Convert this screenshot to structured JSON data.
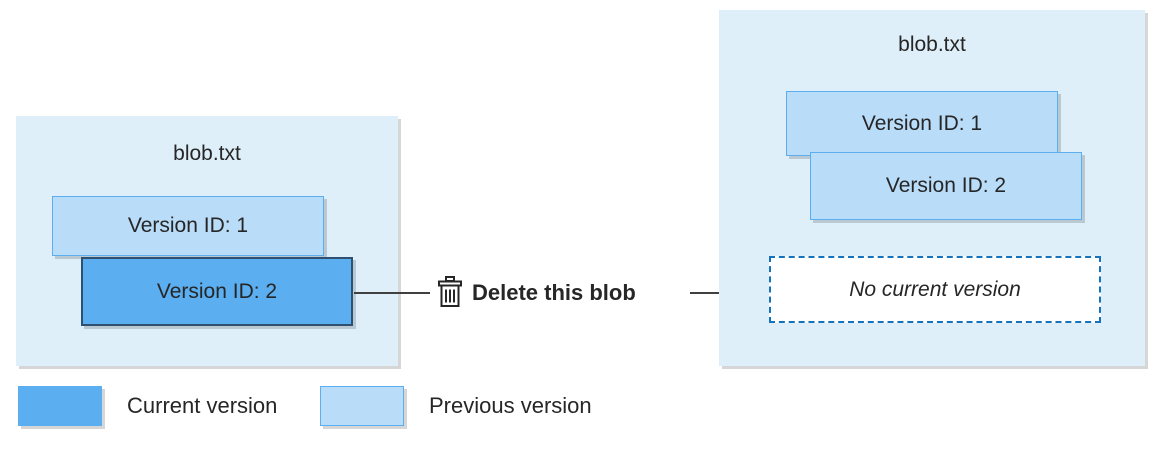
{
  "diagram": {
    "title_left": "blob.txt",
    "title_right": "blob.txt",
    "left_panel": {
      "name": "blob.txt",
      "versions": [
        {
          "label": "Version ID: 1",
          "state": "previous"
        },
        {
          "label": "Version ID: 2",
          "state": "current"
        }
      ]
    },
    "right_panel": {
      "name": "blob.txt",
      "versions": [
        {
          "label": "Version ID: 1",
          "state": "previous"
        },
        {
          "label": "Version ID: 2",
          "state": "previous"
        }
      ],
      "placeholder": "No current version"
    },
    "action": {
      "label": "Delete this blob",
      "icon": "trash-icon"
    }
  },
  "legend": {
    "items": [
      {
        "label": "Current version",
        "color": "#5BAEF0"
      },
      {
        "label": "Previous version",
        "color": "#B9DCF8"
      }
    ]
  },
  "colors": {
    "panel_background": "#DEEFF9",
    "current_version": "#5BAEF0",
    "previous_version": "#B9DCF8",
    "current_version_border": "#2F5070",
    "previous_version_border": "#5BAEF0",
    "dashed_border": "#1572BC",
    "connector": "#404040",
    "text": "#262626"
  }
}
